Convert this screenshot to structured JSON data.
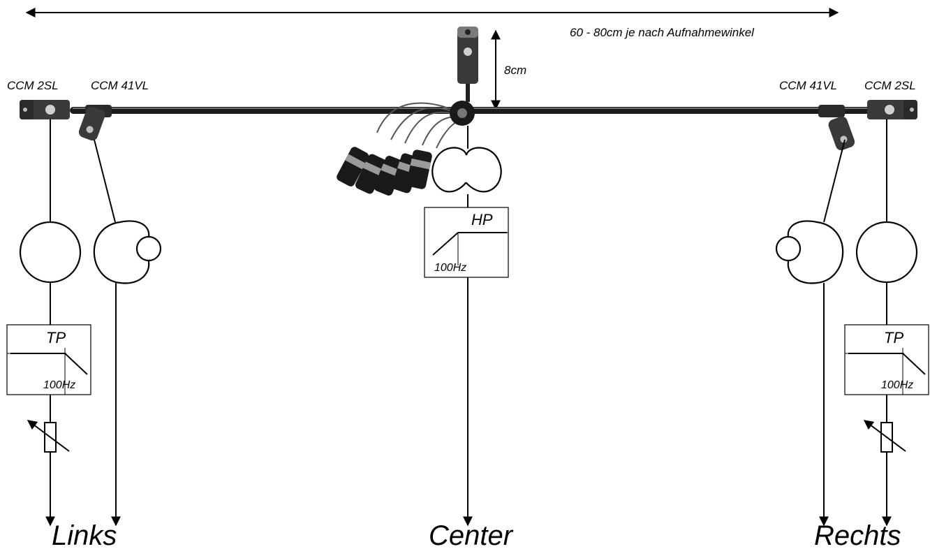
{
  "dimension": {
    "width_label": "60 - 80cm je nach Aufnahmewinkel",
    "height_label": "8cm"
  },
  "microphones": {
    "left_omni": "CCM 2SL",
    "left_cardioid": "CCM 41VL",
    "right_cardioid": "CCM 41VL",
    "right_omni": "CCM 2SL"
  },
  "filters": {
    "lowpass_label": "TP",
    "lowpass_freq": "100Hz",
    "highpass_label": "HP",
    "highpass_freq": "100Hz"
  },
  "outputs": {
    "left": "Links",
    "center": "Center",
    "right": "Rechts"
  },
  "colors": {
    "line": "#000000",
    "mic_body": "#3a3a3a",
    "mic_band": "#9a9a9a"
  }
}
